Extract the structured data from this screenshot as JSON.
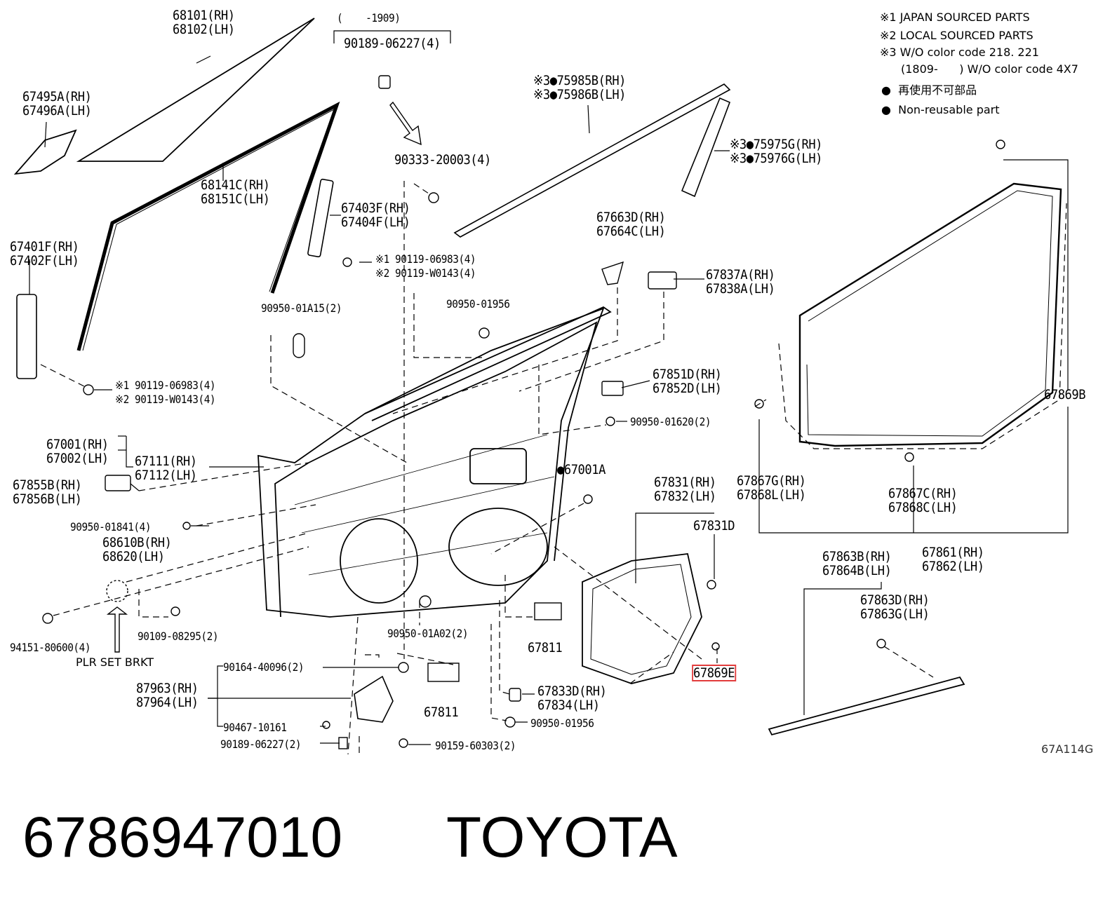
{
  "diagram_code": "67A114G",
  "footer": {
    "part_number": "6786947010",
    "brand": "TOYOTA"
  },
  "notes": {
    "line1": "※1 JAPAN SOURCED PARTS",
    "line2": "※2 LOCAL SOURCED PARTS",
    "line3": "※3 W/O color code 218. 221",
    "line4": "(1809-      ) W/O color code 4X7",
    "line5": "再使用不可部品",
    "line6": "Non-reusable part"
  },
  "labels": {
    "p68101": "68101(RH)\n68102(LH)",
    "p1909": "(    -1909)",
    "p90189a": "90189-06227(4)",
    "p67495": "67495A(RH)\n67496A(LH)",
    "p75985": "※3●75985B(RH)\n※3●75986B(LH)",
    "p75975": "※3●75975G(RH)\n※3●75976G(LH)",
    "p90333": "90333-20003(4)",
    "p68141": "68141C(RH)\n68151C(LH)",
    "p67403": "67403F(RH)\n67404F(LH)",
    "p67663": "67663D(RH)\n67664C(LH)",
    "p67401": "67401F(RH)\n67402F(LH)",
    "p90119a": "※1 90119-06983(4)\n※2 90119-W0143(4)",
    "p67837": "67837A(RH)\n67838A(LH)",
    "p90950a15": "90950-01A15(2)",
    "p90950_1956a": "90950-01956",
    "p90119b": "※1 90119-06983(4)\n※2 90119-W0143(4)",
    "p67851": "67851D(RH)\n67852D(LH)",
    "p67869b": "67869B",
    "p90950_1620": "90950-01620(2)",
    "p67001": "67001(RH)\n67002(LH)",
    "p67111": "67111(RH)\n67112(LH)",
    "p67001a": "●67001A",
    "p67855": "67855B(RH)\n67856B(LH)",
    "p67831": "67831(RH)\n67832(LH)",
    "p67867g": "67867G(RH)\n67868L(LH)",
    "p67867c": "67867C(RH)\n67868C(LH)",
    "p90950_1841": "90950-01841(4)",
    "p68610": "68610B(RH)\n68620(LH)",
    "p67831d": "67831D",
    "p67861": "67861(RH)\n67862(LH)",
    "p67863b": "67863B(RH)\n67864B(LH)",
    "p67863d": "67863D(RH)\n67863G(LH)",
    "p94151": "94151-80600(4)",
    "p90109": "90109-08295(2)",
    "p90950a02": "90950-01A02(2)",
    "p67811a": "67811",
    "plr": "PLR SET BRKT",
    "p90164": "90164-40096(2)",
    "p67869e": "67869E",
    "p87963": "87963(RH)\n87964(LH)",
    "p67833": "67833D(RH)\n67834(LH)",
    "p67811b": "67811",
    "p90467": "90467-10161",
    "p90950_1956b": "90950-01956",
    "p90189b": "90189-06227(2)",
    "p90159": "90159-60303(2)"
  }
}
